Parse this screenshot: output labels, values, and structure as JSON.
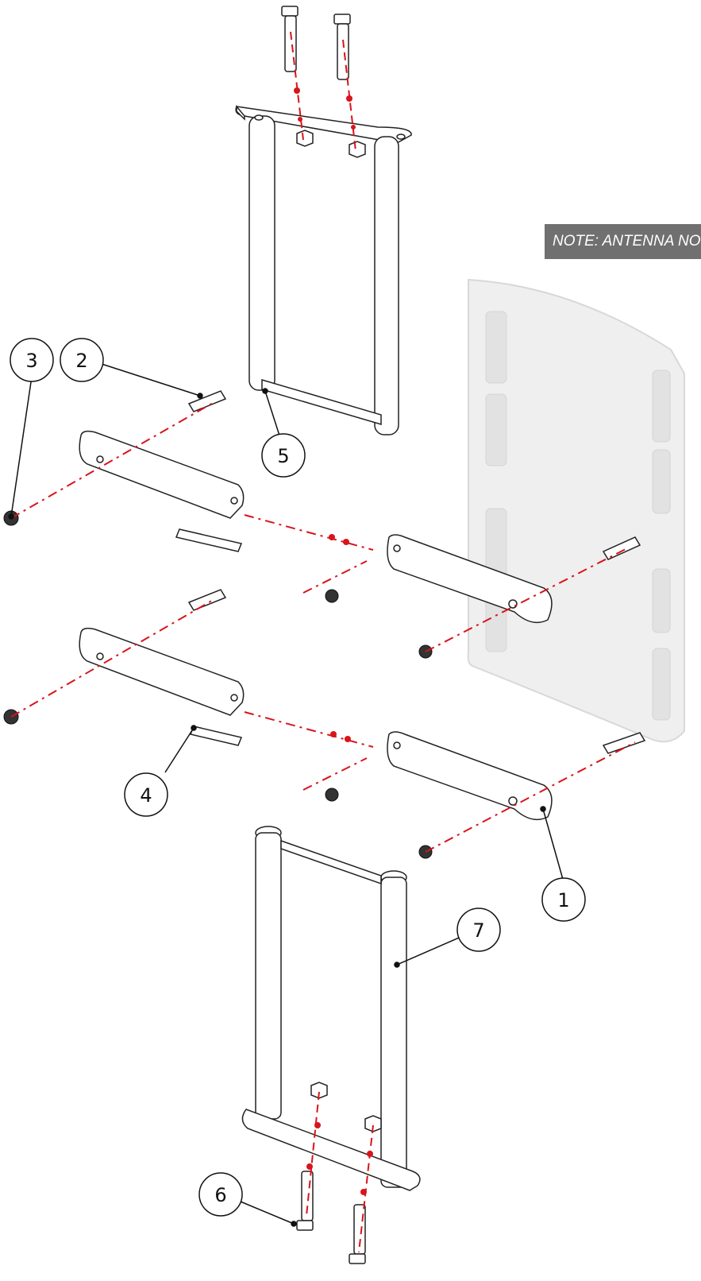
{
  "note": {
    "text": "NOTE: ANTENNA NOT INCLUDED"
  },
  "callouts": [
    {
      "id": "callout-1",
      "number": "1"
    },
    {
      "id": "callout-2",
      "number": "2"
    },
    {
      "id": "callout-3",
      "number": "3"
    },
    {
      "id": "callout-4",
      "number": "4"
    },
    {
      "id": "callout-5",
      "number": "5"
    },
    {
      "id": "callout-6",
      "number": "6"
    },
    {
      "id": "callout-7",
      "number": "7"
    }
  ],
  "colors": {
    "line": "#222222",
    "hidden_line": "#d9141b",
    "banner": "#707070",
    "antenna_ghost": "#e6e6e6"
  }
}
